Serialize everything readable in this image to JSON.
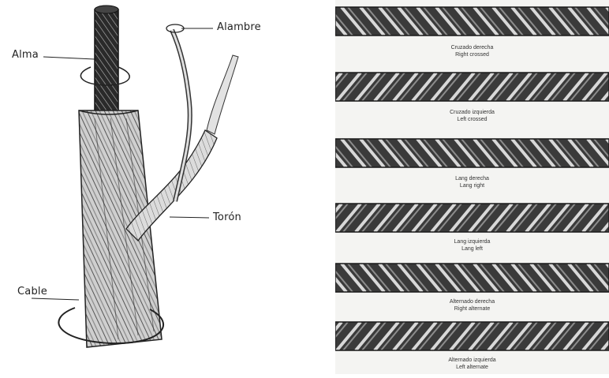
{
  "diagram": {
    "labels": {
      "core": "Alma",
      "wire": "Alambre",
      "strand": "Torón",
      "rope": "Cable"
    }
  },
  "rope_types": [
    {
      "es": "Cruzado derecha",
      "en": "Right crossed",
      "lay": "right"
    },
    {
      "es": "Cruzado izquierda",
      "en": "Left crossed",
      "lay": "left"
    },
    {
      "es": "Lang derecha",
      "en": "Lang right",
      "lay": "right"
    },
    {
      "es": "Lang izquierda",
      "en": "Lang left",
      "lay": "left"
    },
    {
      "es": "Alternado derecha",
      "en": "Right alternate",
      "lay": "right"
    },
    {
      "es": "Alternado izquierda",
      "en": "Left alternate",
      "lay": "left"
    }
  ]
}
